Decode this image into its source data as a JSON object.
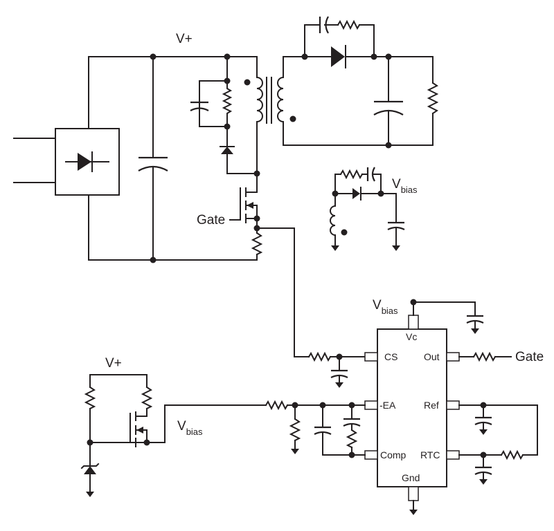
{
  "labels": {
    "vplus_top": "V+",
    "vplus_bottom": "V+",
    "gate_left": "Gate",
    "gate_right": "Gate",
    "vbias_aux": {
      "main": "V",
      "sub": "bias"
    },
    "vbias_ic": {
      "main": "V",
      "sub": "bias"
    },
    "vbias_left": {
      "main": "V",
      "sub": "bias"
    }
  },
  "ic": {
    "pins": {
      "cs": "CS",
      "ea": "-EA",
      "comp": "Comp",
      "vc": "Vc",
      "out": "Out",
      "ref": "Ref",
      "rtc": "RTC",
      "gnd": "Gnd"
    }
  }
}
